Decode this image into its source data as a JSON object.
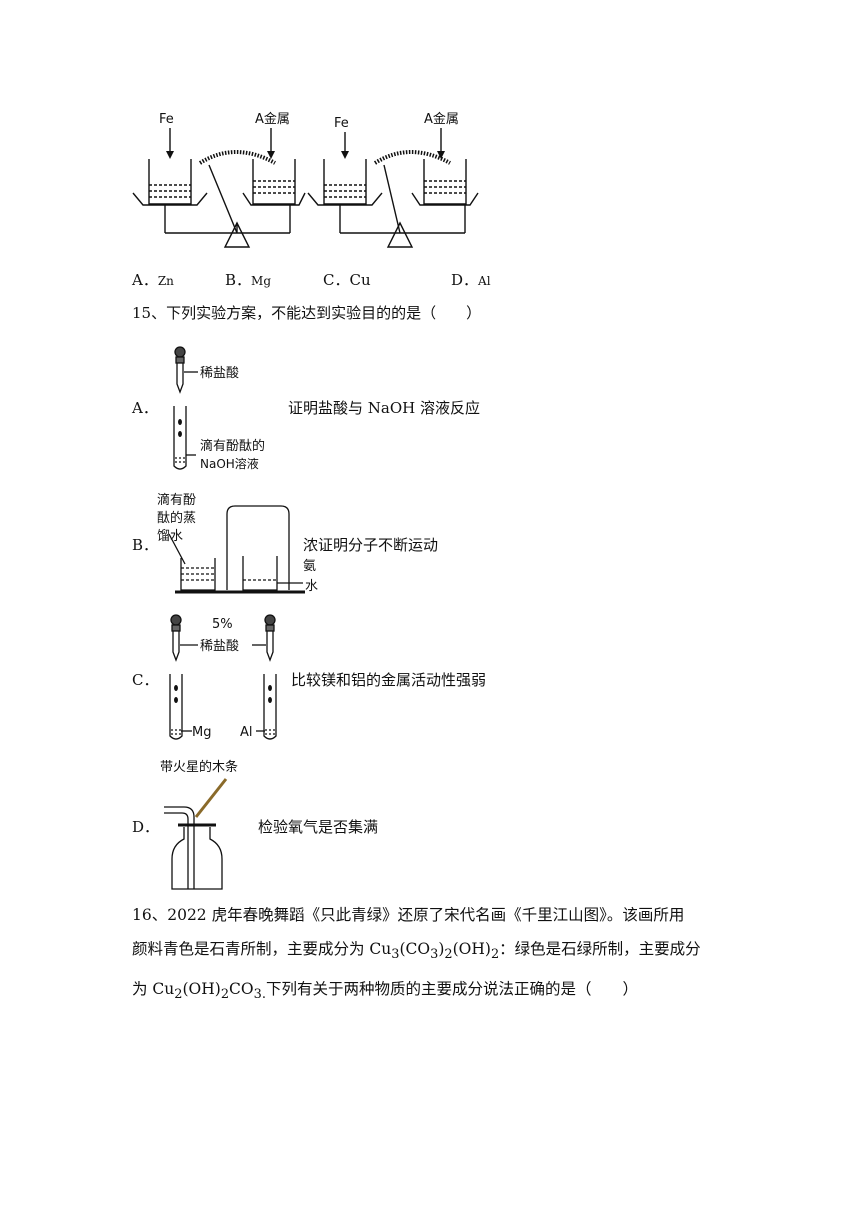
{
  "q14": {
    "diagram_labels": {
      "fe": "Fe",
      "a_metal": "A金属"
    },
    "options": [
      {
        "letter": "A．",
        "text": "Zn"
      },
      {
        "letter": "B．",
        "text": "Mg"
      },
      {
        "letter": "C．",
        "text": "Cu"
      },
      {
        "letter": "D．",
        "text": "Al"
      }
    ]
  },
  "q15": {
    "stem": "15、下列实验方案，不能达到实验目的的是（　　）",
    "options": {
      "a": {
        "letter": "A．",
        "label_acid": "稀盐酸",
        "label_solution_1": "滴有酚酞的",
        "label_solution_2": "NaOH溶液",
        "description": "证明盐酸与 NaOH 溶液反应"
      },
      "b": {
        "letter": "B．",
        "label_water_1": "滴有酚",
        "label_water_2": "酞的蒸",
        "label_water_3": "馏水",
        "label_nh3_1": "浓",
        "label_nh3_2": "氨",
        "label_nh3_3": "水",
        "description": "证明分子不断运动"
      },
      "c": {
        "letter": "C．",
        "label_conc": "5%",
        "label_acid": "稀盐酸",
        "label_mg": "Mg",
        "label_al": "Al",
        "description": "比较镁和铝的金属活动性强弱"
      },
      "d": {
        "letter": "D．",
        "label_stick": "带火星的木条",
        "description": "检验氧气是否集满"
      }
    }
  },
  "q16": {
    "line1": "16、2022 虎年春晚舞蹈《只此青绿》还原了宋代名画《千里江山图》。该画所用",
    "line2_a": "颜料青色是石青所制，主要成分为 Cu",
    "line2_s1": "3",
    "line2_b": "(CO",
    "line2_s2": "3",
    "line2_c": ")",
    "line2_s3": "2",
    "line2_d": "(OH)",
    "line2_s4": "2",
    "line2_e": "：绿色是石绿所制，主要成分",
    "line3_a": "为 Cu",
    "line3_s1": "2",
    "line3_b": "(OH)",
    "line3_s2": "2",
    "line3_c": "CO",
    "line3_s3": "3.",
    "line3_d": "下列有关于两种物质的主要成分说法正确的是（　　）"
  }
}
